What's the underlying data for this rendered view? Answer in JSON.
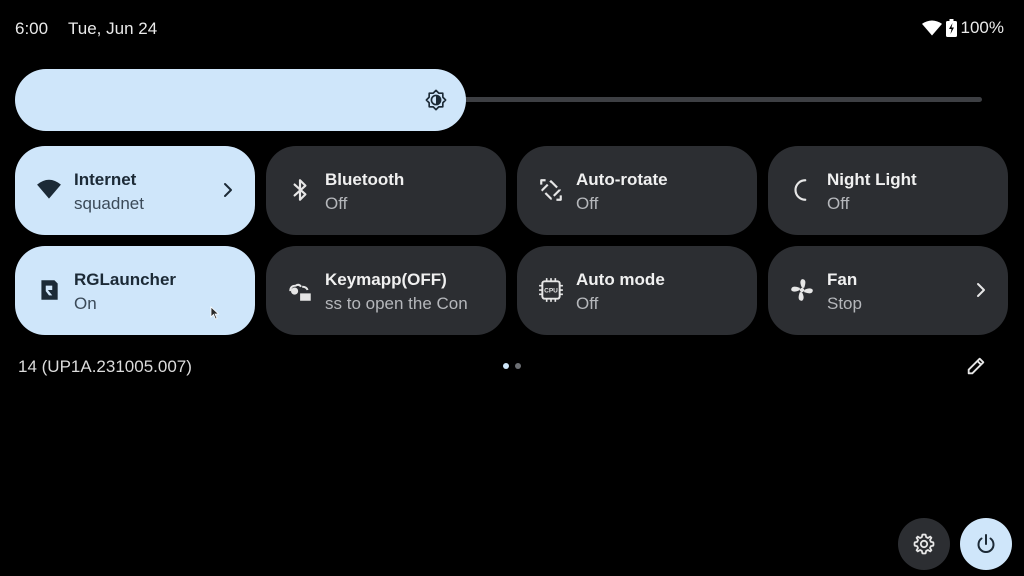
{
  "status_bar": {
    "time": "6:00",
    "date": "Tue, Jun 24",
    "battery": "100%",
    "icons": [
      "wifi-icon",
      "battery-icon"
    ]
  },
  "brightness": {
    "level_fraction": 0.43,
    "icon": "brightness-icon"
  },
  "tiles": [
    {
      "title": "Internet",
      "subtitle": "squadnet",
      "icon": "wifi-icon",
      "active": true,
      "has_chevron": true
    },
    {
      "title": "Bluetooth",
      "subtitle": "Off",
      "icon": "bluetooth-icon",
      "active": false,
      "has_chevron": false
    },
    {
      "title": "Auto-rotate",
      "subtitle": "Off",
      "icon": "rotate-icon",
      "active": false,
      "has_chevron": false
    },
    {
      "title": "Night Light",
      "subtitle": "Off",
      "icon": "moon-icon",
      "active": false,
      "has_chevron": false
    },
    {
      "title": "RGLauncher",
      "subtitle": "On",
      "icon": "launcher-icon",
      "active": true,
      "has_chevron": false
    },
    {
      "title": "Keymapp(OFF)",
      "subtitle": "ss to open the Con",
      "icon": "gamepad-icon",
      "active": false,
      "has_chevron": false
    },
    {
      "title": "Auto mode",
      "subtitle": "Off",
      "icon": "cpu-icon",
      "active": false,
      "has_chevron": false
    },
    {
      "title": "Fan",
      "subtitle": "Stop",
      "icon": "fan-icon",
      "active": false,
      "has_chevron": true
    }
  ],
  "cpu_icon_text": "CPU",
  "build_number": "14 (UP1A.231005.007)",
  "pager": {
    "pages": 2,
    "current": 1
  },
  "colors": {
    "accent": "#cfe6fa",
    "tile_inactive": "#2c2e32",
    "background": "#000000"
  }
}
